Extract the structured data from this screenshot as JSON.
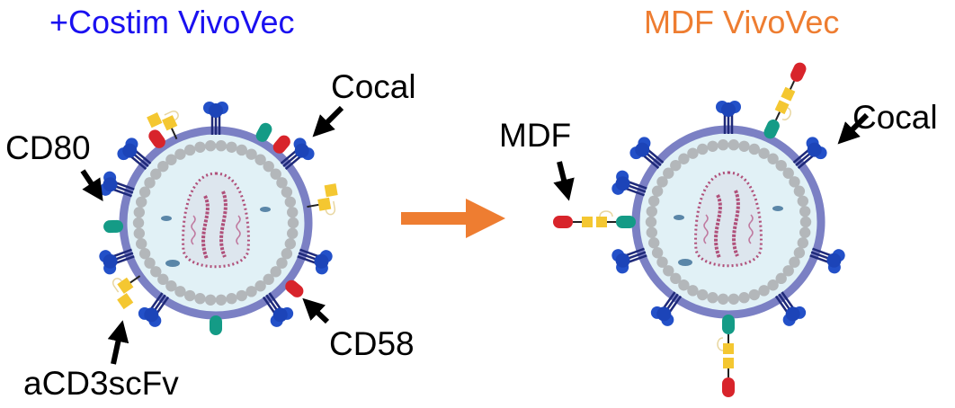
{
  "diagram": {
    "left_panel": {
      "title": "+Costim VivoVec",
      "title_color": "#1a10f0",
      "labels": {
        "cocal": "Cocal",
        "cd80": "CD80",
        "cd58": "CD58",
        "acd3scfv": "aCD3scFv"
      }
    },
    "right_panel": {
      "title": "MDF VivoVec",
      "title_color": "#ee7d31",
      "labels": {
        "mdf": "MDF",
        "cocal": "Cocal"
      }
    },
    "transition_arrow_color": "#ee7d31",
    "colors": {
      "envelope": "#7b80c4",
      "interior": "#e1f1f6",
      "capsid_bead": "#b3b7ba",
      "genome": "#b0507a",
      "glycoprotein": "#2350c8",
      "cd80": "#149b86",
      "cd58": "#d8242b",
      "scfv": "#f4c731",
      "label_arrow": "#000000"
    }
  }
}
